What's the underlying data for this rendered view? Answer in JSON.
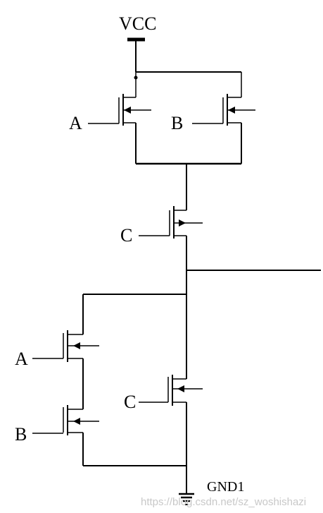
{
  "labels": {
    "vcc": "VCC",
    "gnd": "GND1",
    "pmos_a": "A",
    "pmos_b": "B",
    "pmos_c": "C",
    "nmos_a": "A",
    "nmos_b": "B",
    "nmos_c": "C"
  },
  "watermark": "https://blog.csdn.net/sz_woshishazi",
  "colors": {
    "wire": "#000000",
    "background": "#ffffff",
    "watermark": "#c8c8c8"
  }
}
